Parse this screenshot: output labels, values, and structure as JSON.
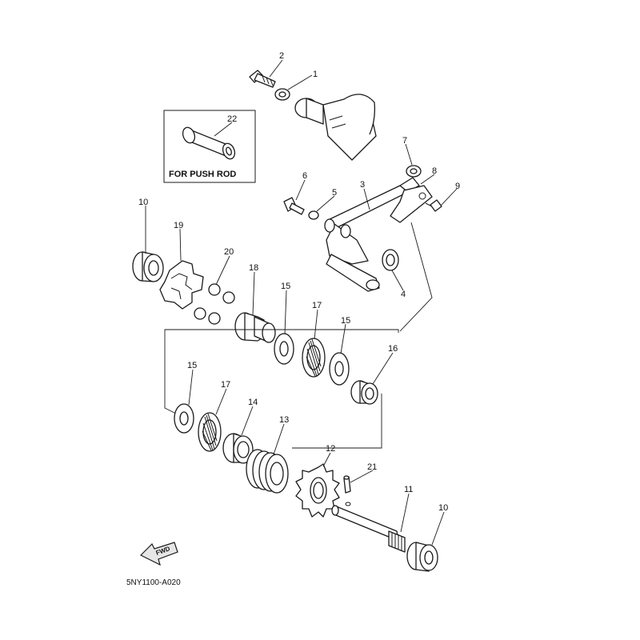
{
  "diagram": {
    "type": "exploded-parts-diagram",
    "code": "5NY1100-A020",
    "inset_label": "FOR PUSH ROD",
    "fwd_label": "FWD",
    "callouts": [
      {
        "id": "c2",
        "label": "2"
      },
      {
        "id": "c1",
        "label": "1"
      },
      {
        "id": "c22",
        "label": "22"
      },
      {
        "id": "c7",
        "label": "7"
      },
      {
        "id": "c8",
        "label": "8"
      },
      {
        "id": "c6",
        "label": "6"
      },
      {
        "id": "c5",
        "label": "5"
      },
      {
        "id": "c3",
        "label": "3"
      },
      {
        "id": "c9",
        "label": "9"
      },
      {
        "id": "c10a",
        "label": "10"
      },
      {
        "id": "c19",
        "label": "19"
      },
      {
        "id": "c20",
        "label": "20"
      },
      {
        "id": "c18",
        "label": "18"
      },
      {
        "id": "c15a",
        "label": "15"
      },
      {
        "id": "c17a",
        "label": "17"
      },
      {
        "id": "c15b",
        "label": "15"
      },
      {
        "id": "c4",
        "label": "4"
      },
      {
        "id": "c16",
        "label": "16"
      },
      {
        "id": "c15c",
        "label": "15"
      },
      {
        "id": "c17b",
        "label": "17"
      },
      {
        "id": "c14",
        "label": "14"
      },
      {
        "id": "c13",
        "label": "13"
      },
      {
        "id": "c12",
        "label": "12"
      },
      {
        "id": "c21",
        "label": "21"
      },
      {
        "id": "c11",
        "label": "11"
      },
      {
        "id": "c10b",
        "label": "10"
      }
    ]
  }
}
